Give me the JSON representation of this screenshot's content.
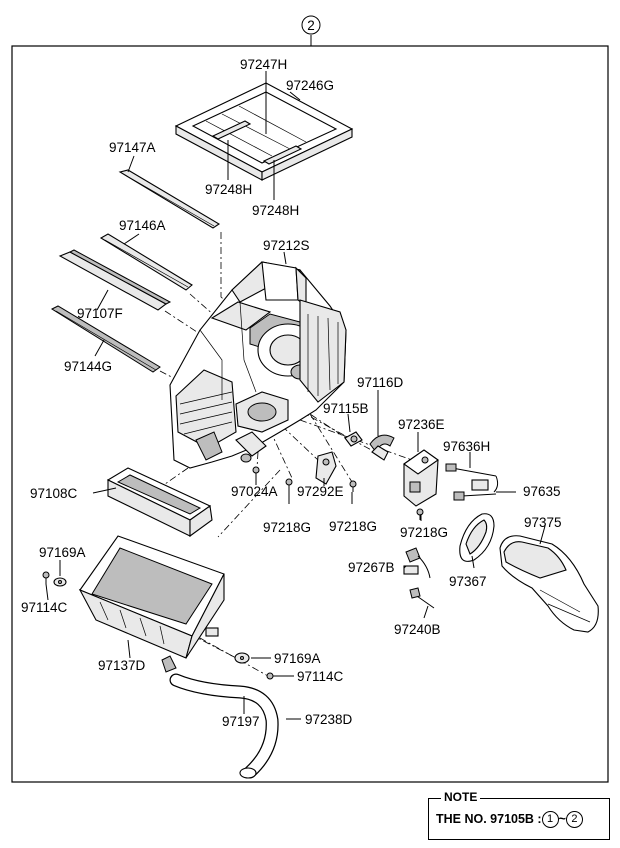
{
  "assembly_ref": "2",
  "parts": {
    "p97247H": "97247H",
    "p97246G": "97246G",
    "p97248H_a": "97248H",
    "p97248H_b": "97248H",
    "p97147A": "97147A",
    "p97146A": "97146A",
    "p97212S": "97212S",
    "p97107F": "97107F",
    "p97144G": "97144G",
    "p97116D": "97116D",
    "p97115B": "97115B",
    "p97236E": "97236E",
    "p97636H": "97636H",
    "p97108C": "97108C",
    "p97024A": "97024A",
    "p97292E": "97292E",
    "p97635": "97635",
    "p97218G_a": "97218G",
    "p97218G_b": "97218G",
    "p97218G_c": "97218G",
    "p97375": "97375",
    "p97169A_a": "97169A",
    "p97114C_a": "97114C",
    "p97267B": "97267B",
    "p97367": "97367",
    "p97240B": "97240B",
    "p97137D": "97137D",
    "p97169A_b": "97169A",
    "p97114C_b": "97114C",
    "p97197": "97197",
    "p97238D": "97238D"
  },
  "note": {
    "title": "NOTE",
    "prefix": "THE NO. 97105B :",
    "from": "1",
    "sep": "~",
    "to": "2"
  }
}
